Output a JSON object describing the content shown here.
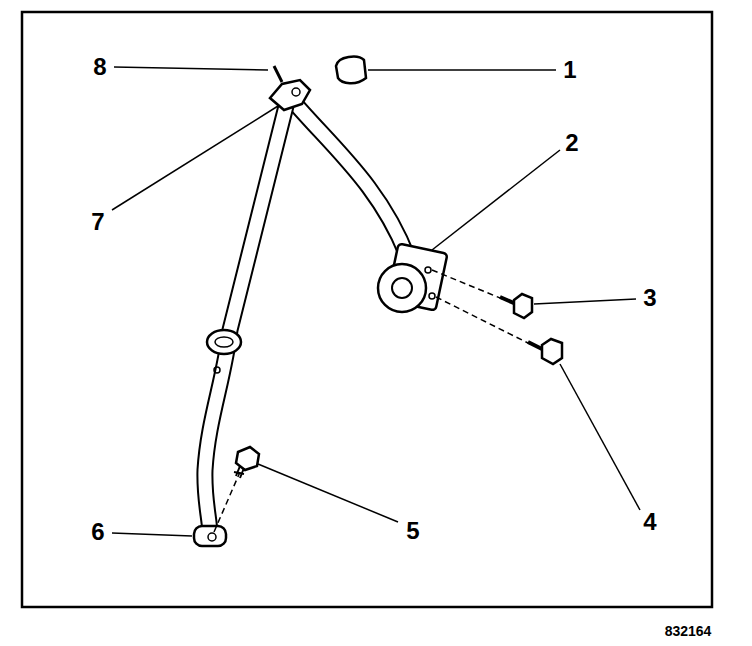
{
  "diagram": {
    "labels": [
      "8",
      "1",
      "2",
      "7",
      "3",
      "4",
      "5",
      "6",
      "832164"
    ]
  }
}
